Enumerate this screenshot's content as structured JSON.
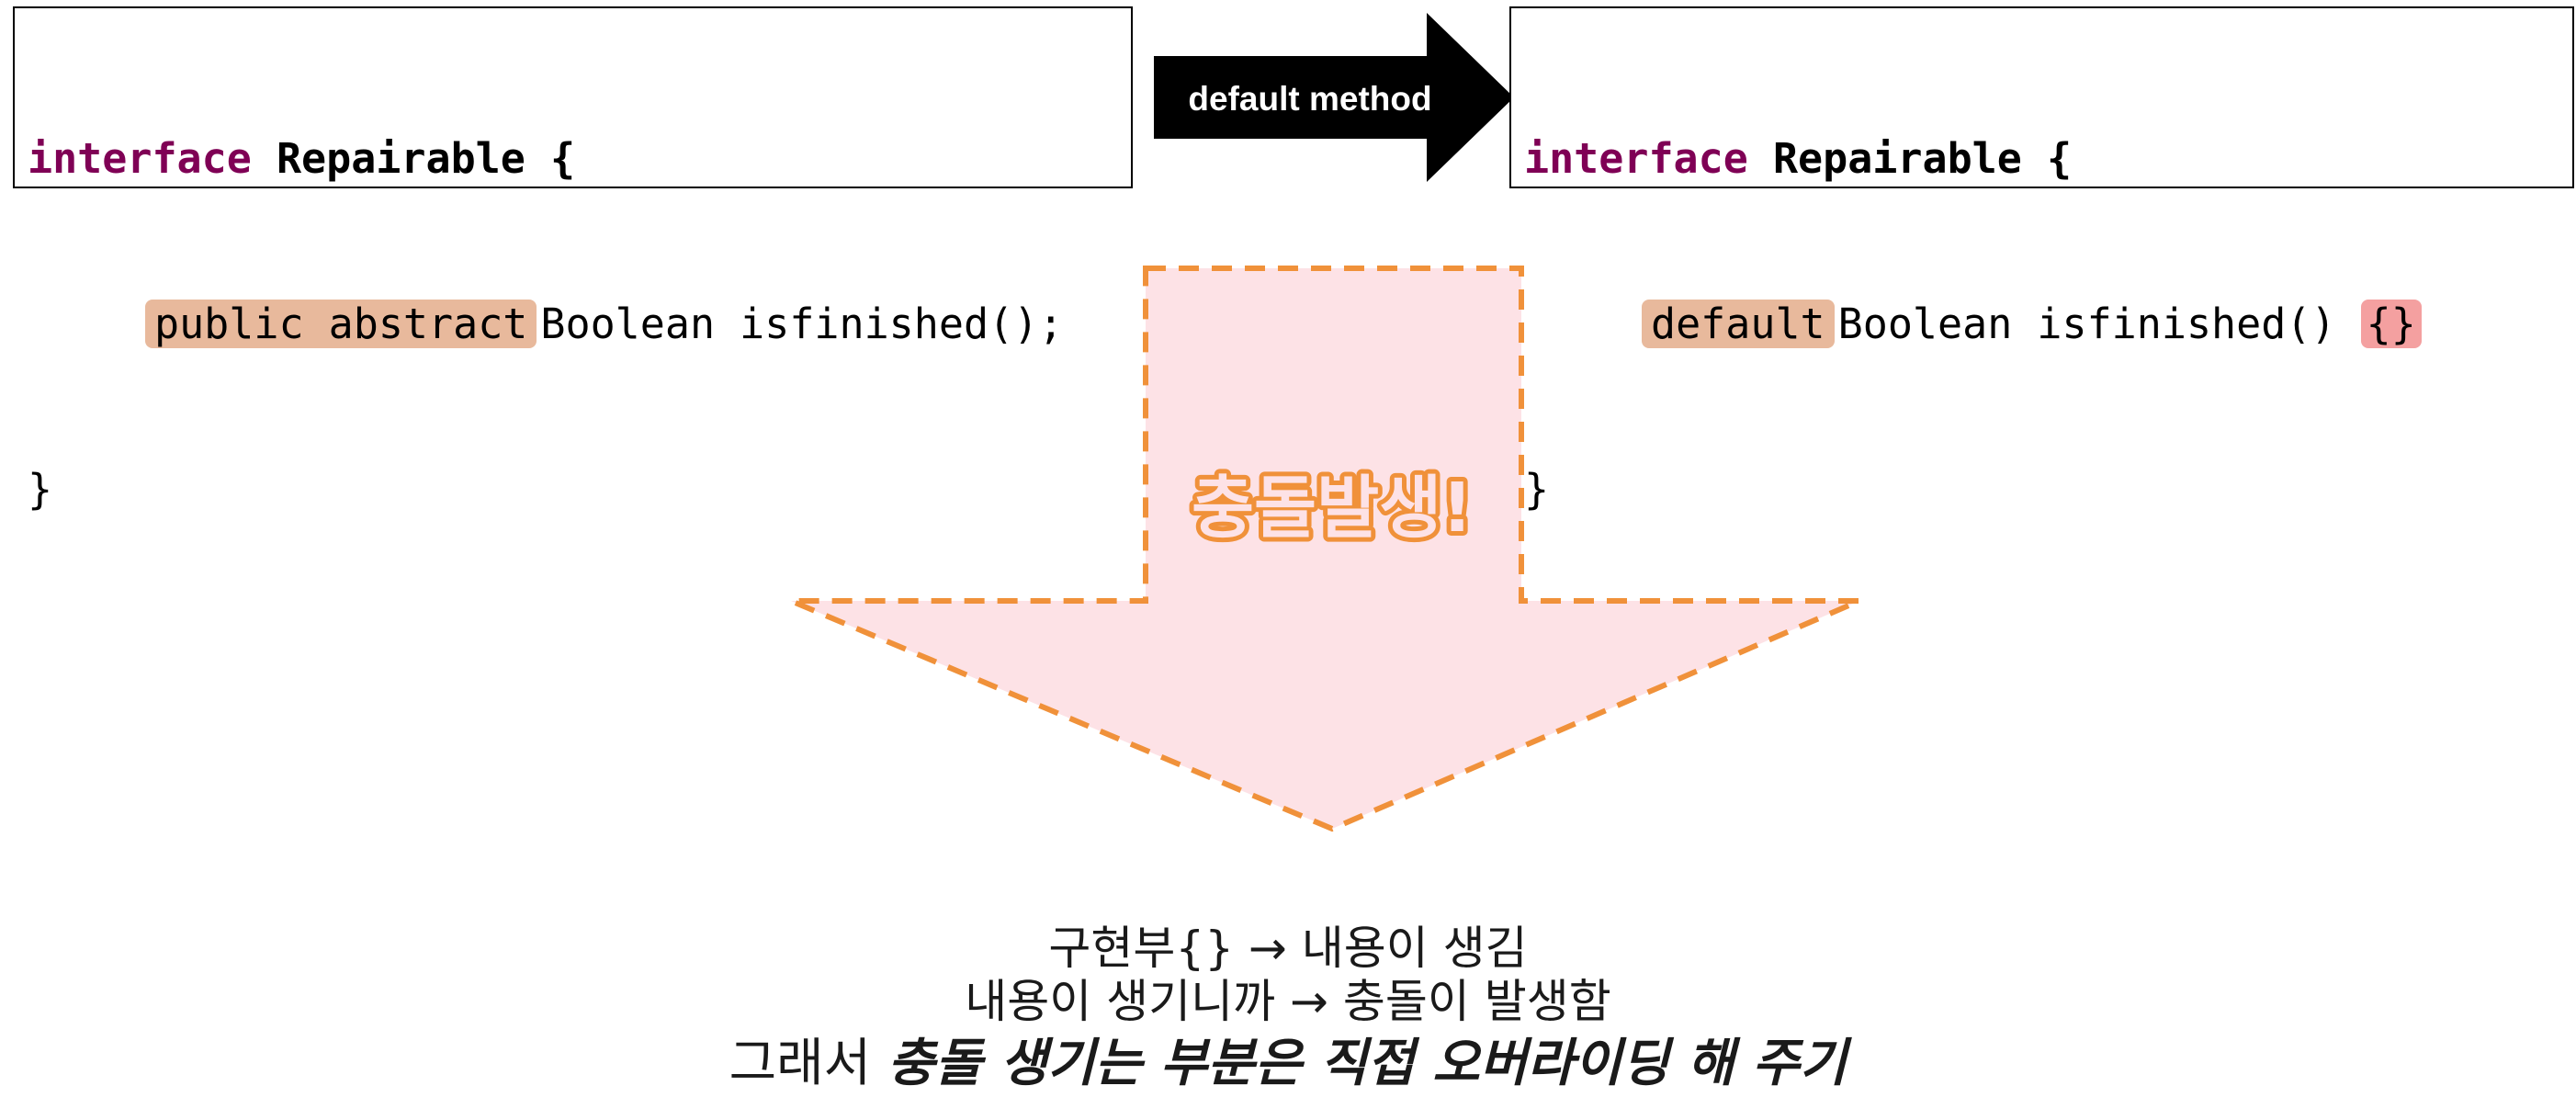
{
  "left_code": {
    "line1_keyword": "interface",
    "line1_name": "Repairable {",
    "line2_highlight": "public abstract",
    "line2_rest": "Boolean isfinished();",
    "line3": "}"
  },
  "arrow_right": {
    "label": "default method"
  },
  "right_code": {
    "line1_keyword": "interface",
    "line1_name": "Repairable {",
    "line2_highlight": "default",
    "line2_rest": "Boolean isfinished()",
    "line2_braces": "{}",
    "line3": "}"
  },
  "down_arrow": {
    "label": "충돌발생!"
  },
  "explanation": {
    "line1": "구현부{} → 내용이 생김",
    "line2": "내용이 생기니까 → 충돌이 발생함",
    "line3_prefix": "그래서",
    "line3_emphasis": "충돌 생기는 부분은 직접 오버라이딩 해 주기"
  },
  "colors": {
    "keyword": "#7f0055",
    "highlight": "#e8b99c",
    "brace_highlight": "#f4a0a0",
    "arrow_fill": "#fde2e6",
    "arrow_border": "#f0913a"
  }
}
